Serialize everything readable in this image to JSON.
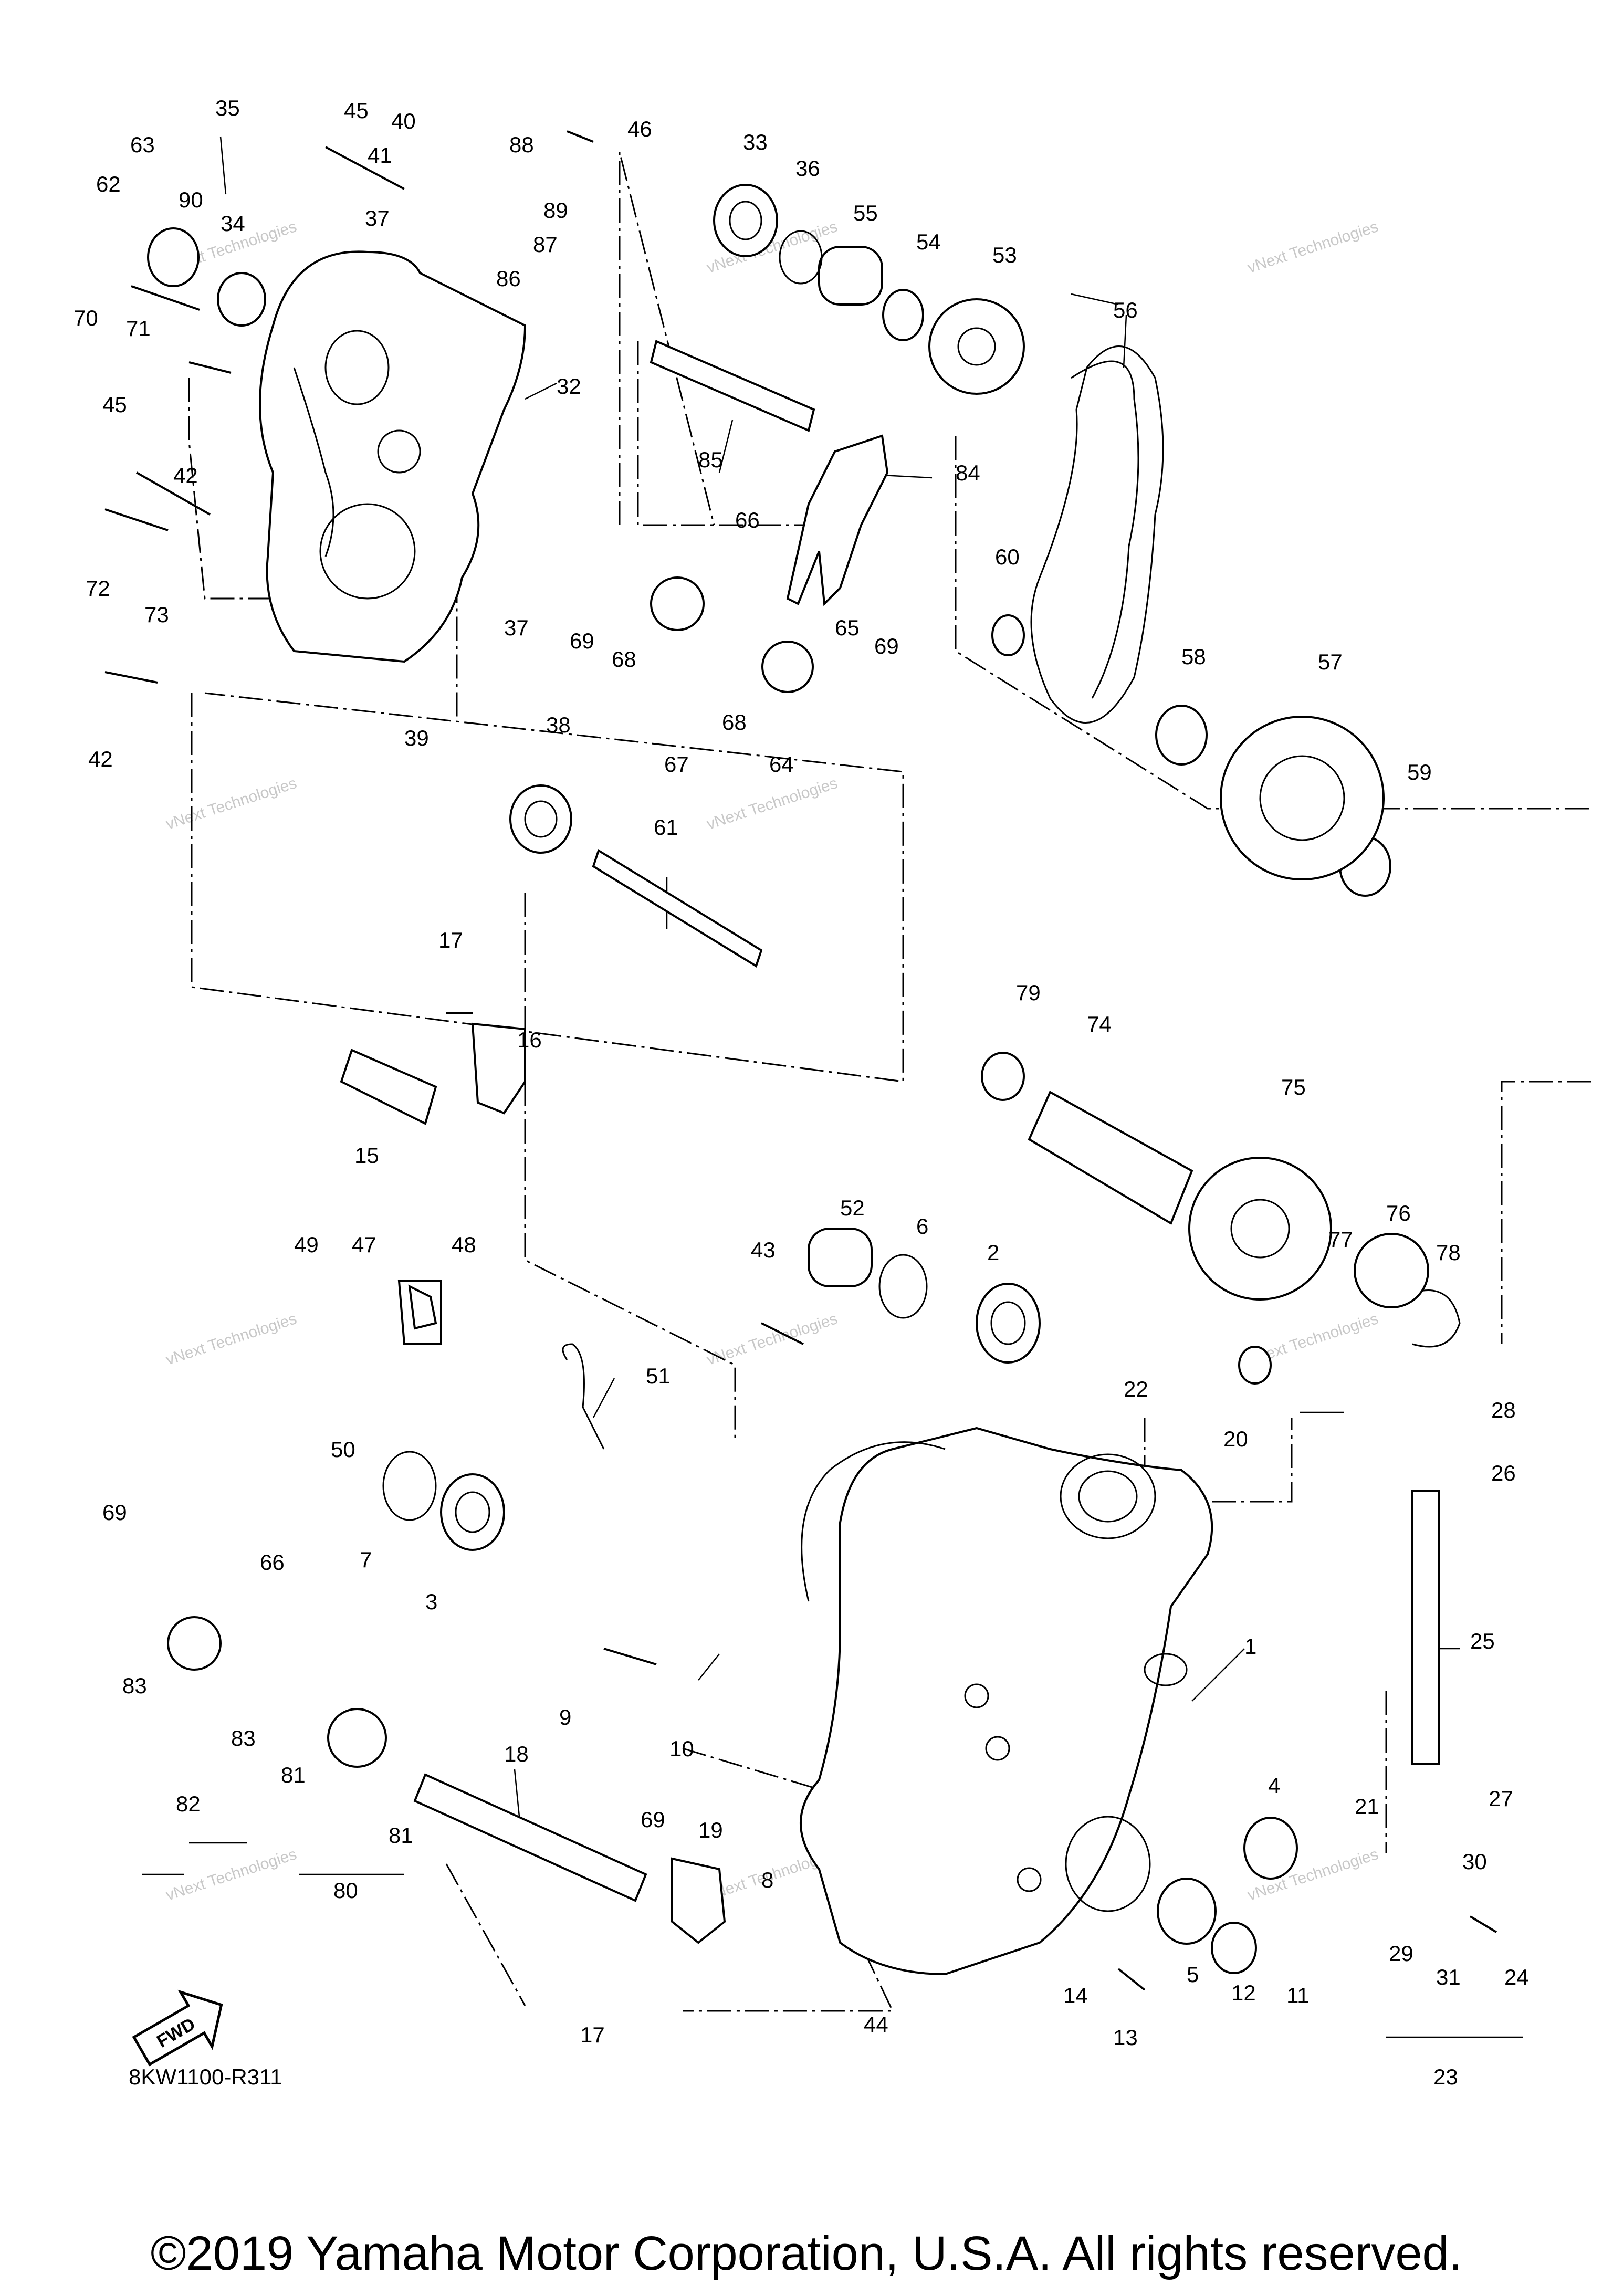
{
  "diagram_code": "8KW1100-R311",
  "fwd_label": "FWD",
  "watermark": "vNext Technologies",
  "copyright": "©2019 Yamaha Motor Corporation, U.S.A. All rights reserved.",
  "callouts": {
    "c1": "1",
    "c2": "2",
    "c3": "3",
    "c4": "4",
    "c5": "5",
    "c6": "6",
    "c7": "7",
    "c8": "8",
    "c9": "9",
    "c10": "10",
    "c11": "11",
    "c12": "12",
    "c13": "13",
    "c14": "14",
    "c15": "15",
    "c16": "16",
    "c17": "17",
    "c18": "18",
    "c19": "19",
    "c20": "20",
    "c21": "21",
    "c22": "22",
    "c23": "23",
    "c24": "24",
    "c25": "25",
    "c26": "26",
    "c27": "27",
    "c28": "28",
    "c29": "29",
    "c30": "30",
    "c31": "31",
    "c32": "32",
    "c33": "33",
    "c34": "34",
    "c35": "35",
    "c36": "36",
    "c37": "37",
    "c38": "38",
    "c39": "39",
    "c40": "40",
    "c41": "41",
    "c42": "42",
    "c43": "43",
    "c44": "44",
    "c45": "45",
    "c46": "46",
    "c47": "47",
    "c48": "48",
    "c49": "49",
    "c50": "50",
    "c51": "51",
    "c52": "52",
    "c53": "53",
    "c54": "54",
    "c55": "55",
    "c56": "56",
    "c57": "57",
    "c58": "58",
    "c59": "59",
    "c60": "60",
    "c61": "61",
    "c62": "62",
    "c63": "63",
    "c64": "64",
    "c65": "65",
    "c66": "66",
    "c67": "67",
    "c68": "68",
    "c69": "69",
    "c70": "70",
    "c71": "71",
    "c72": "72",
    "c73": "73",
    "c74": "74",
    "c75": "75",
    "c76": "76",
    "c77": "77",
    "c78": "78",
    "c79": "79",
    "c80": "80",
    "c81": "81",
    "c82": "82",
    "c83": "83",
    "c84": "84",
    "c85": "85",
    "c86": "86",
    "c87": "87",
    "c88": "88",
    "c89": "89",
    "c90": "90"
  }
}
